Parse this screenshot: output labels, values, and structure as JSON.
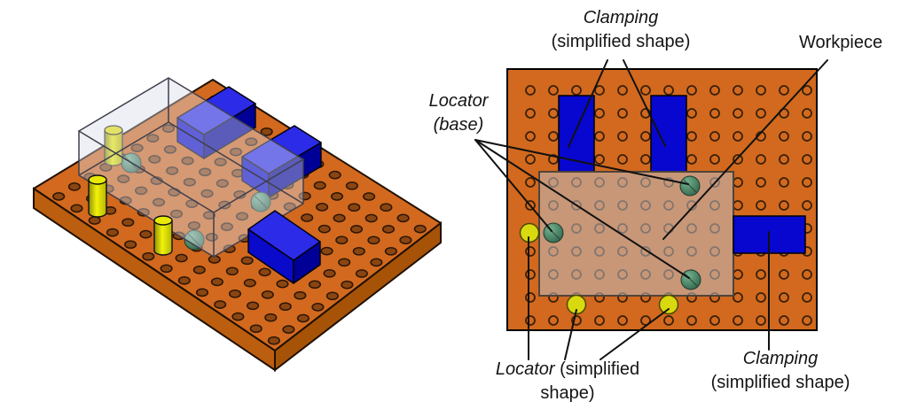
{
  "annotations": {
    "clamping_top": {
      "line1": "Clamping",
      "line2": "(simplified shape)"
    },
    "workpiece": {
      "line1": "Workpiece"
    },
    "locator_base": {
      "line1": "Locator",
      "line2": "(base)"
    },
    "locator_simplified": {
      "line1_em": "Locator",
      "line1_rest": " (simplified",
      "line2": "shape)"
    },
    "clamping_bottom": {
      "line1": "Clamping",
      "line2": "(simplified shape)"
    }
  },
  "colors": {
    "plate_orange": "#D2691E",
    "plate_side_left": "#BC5E10",
    "plate_side_right": "#A65308",
    "clamp_blue": "#0707CF",
    "workpiece_overlay": "rgba(192,190,194,0.55)",
    "locator_yellow": "#D9D90F",
    "locator_base_green": "#3F7A5C",
    "annotation_line": "#111111"
  }
}
